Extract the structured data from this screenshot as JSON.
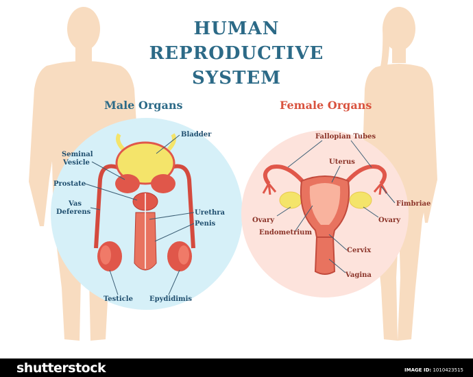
{
  "title": {
    "line1": "HUMAN",
    "line2": "REPRODUCTIVE",
    "line3": "SYSTEM"
  },
  "male": {
    "heading": "Male Organs",
    "labels": {
      "bladder": "Bladder",
      "seminal_vesicle_1": "Seminal",
      "seminal_vesicle_2": "Vesicle",
      "prostate": "Prostate",
      "vas_deferens_1": "Vas",
      "vas_deferens_2": "Deferens",
      "urethra": "Urethra",
      "penis": "Penis",
      "testicle": "Testicle",
      "epididymis": "Epydidimis"
    }
  },
  "female": {
    "heading": "Female Organs",
    "labels": {
      "fallopian_tubes": "Fallopian Tubes",
      "uterus": "Uterus",
      "fimbriae": "Fimbriae",
      "ovary_left": "Ovary",
      "ovary_right": "Ovary",
      "endometrium": "Endometrium",
      "cervix": "Cervix",
      "vagina": "Vagina"
    }
  },
  "footer": {
    "brand": "shutterstock",
    "image_id_label": "IMAGE ID:",
    "image_id": "1010423515"
  },
  "colors": {
    "title": "#2c6a87",
    "male_heading": "#2c6a87",
    "female_heading": "#d9533f",
    "male_circle": "#d6f0f8",
    "female_circle": "#fde3dc",
    "silhouette": "#f8dcc0",
    "organ": "#e0574a",
    "bladder": "#f4e46a",
    "leader_line": "#3a5d74"
  }
}
